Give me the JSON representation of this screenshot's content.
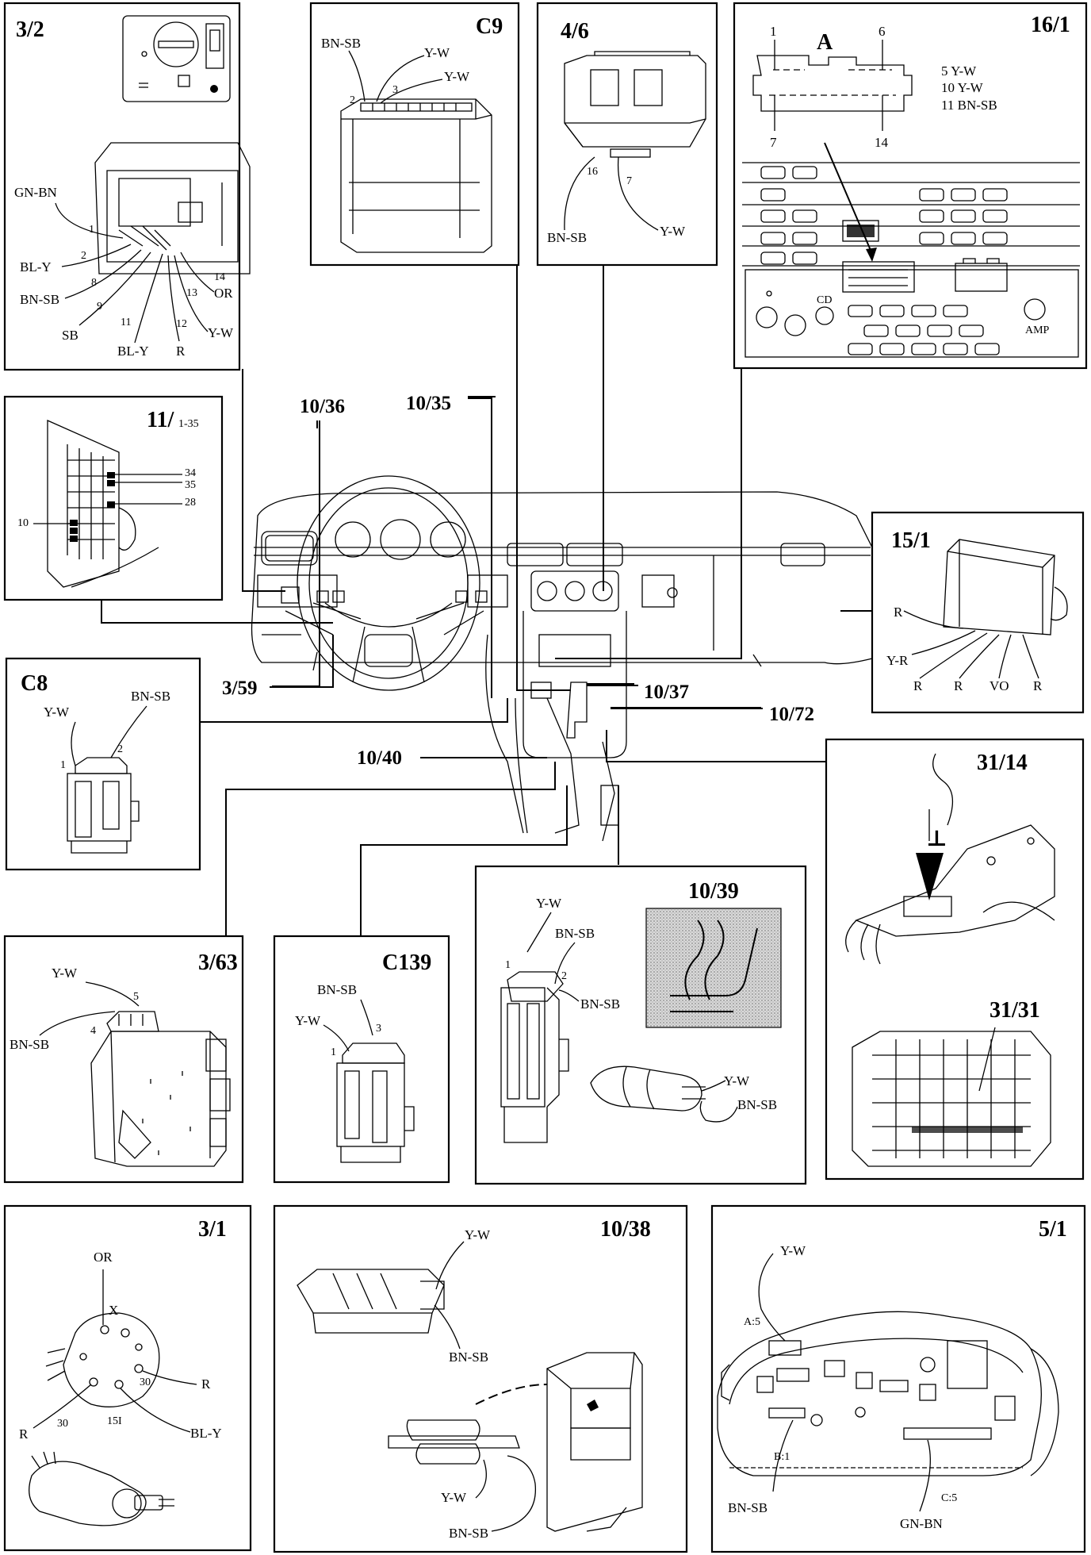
{
  "diagram": {
    "panels": {
      "p3_2": {
        "id": "3/2",
        "wires": [
          "GN-BN",
          "BL-Y",
          "BN-SB",
          "SB",
          "BL-Y",
          "R",
          "Y-W",
          "OR"
        ],
        "pins": [
          "1",
          "2",
          "8",
          "9",
          "11",
          "12",
          "13",
          "14"
        ]
      },
      "pC9": {
        "id": "C9",
        "wires": [
          "BN-SB",
          "Y-W",
          "Y-W"
        ],
        "pins": [
          "2",
          "3"
        ]
      },
      "p4_6": {
        "id": "4/6",
        "wires": [
          "BN-SB",
          "Y-W"
        ],
        "pins": [
          "16",
          "7"
        ]
      },
      "p16_1": {
        "id": "16/1",
        "connector": "A",
        "pins": [
          "1",
          "6",
          "7",
          "14"
        ],
        "list": [
          "5 Y-W",
          "10 Y-W",
          "11 BN-SB"
        ],
        "cd_label": "CD",
        "amp_label": "AMP"
      },
      "p11": {
        "id": "11/",
        "id_suffix": "1-35",
        "pins": [
          "34",
          "35",
          "28",
          "10"
        ]
      },
      "p15_1": {
        "id": "15/1",
        "wires": [
          "R",
          "Y-R",
          "R",
          "R",
          "VO",
          "R"
        ]
      },
      "pC8": {
        "id": "C8",
        "wires": [
          "Y-W",
          "BN-SB"
        ],
        "pins": [
          "1",
          "2"
        ]
      },
      "p31_14": {
        "id": "31/14",
        "ground": "⊥"
      },
      "p31_31": {
        "id": "31/31"
      },
      "p3_63": {
        "id": "3/63",
        "wires": [
          "Y-W",
          "BN-SB"
        ],
        "pins": [
          "5",
          "4"
        ]
      },
      "pC139": {
        "id": "C139",
        "wires": [
          "BN-SB",
          "Y-W"
        ],
        "pins": [
          "3",
          "1"
        ]
      },
      "p10_39": {
        "id": "10/39",
        "wires": [
          "Y-W",
          "BN-SB",
          "BN-SB",
          "Y-W",
          "BN-SB"
        ],
        "pins": [
          "1",
          "2"
        ]
      },
      "p3_1": {
        "id": "3/1",
        "wires": [
          "OR",
          "R",
          "R",
          "BL-Y"
        ],
        "pins": [
          "X",
          "30",
          "30",
          "15I"
        ]
      },
      "p10_38": {
        "id": "10/38",
        "wires": [
          "Y-W",
          "BN-SB",
          "Y-W",
          "BN-SB"
        ]
      },
      "p5_1": {
        "id": "5/1",
        "wires": [
          "Y-W",
          "BN-SB",
          "GN-BN"
        ],
        "pins": [
          "A:5",
          "B:1",
          "C:5"
        ]
      }
    },
    "center_labels": [
      "10/36",
      "10/35",
      "3/59",
      "10/37",
      "10/72",
      "10/40"
    ]
  },
  "colors": {
    "ink": "#000000",
    "paper": "#ffffff",
    "stipple": "#c8c8c8"
  }
}
